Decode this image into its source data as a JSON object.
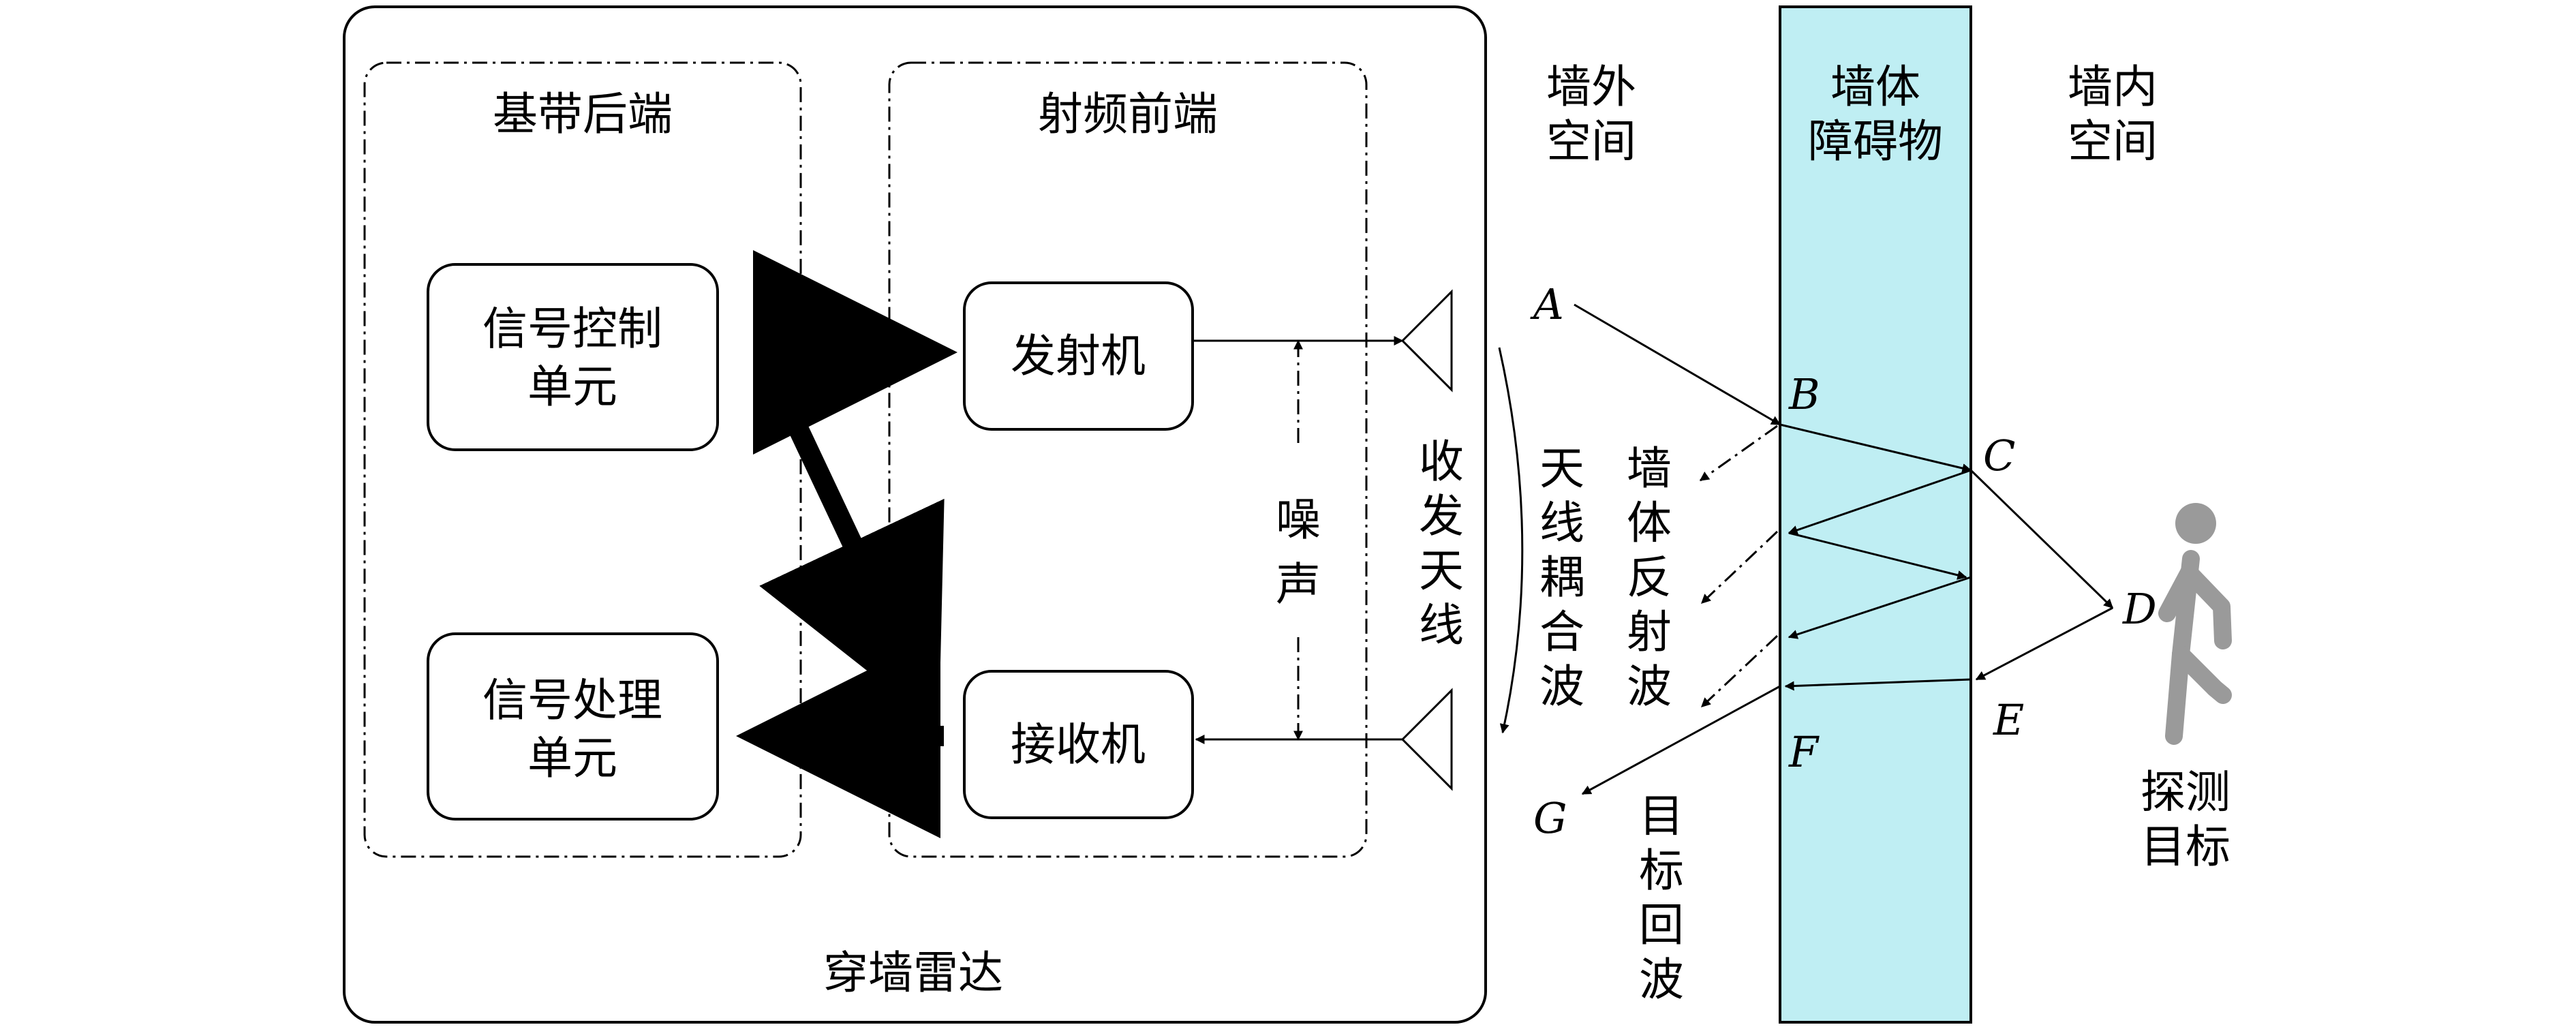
{
  "radar": {
    "title": "穿墙雷达",
    "baseband": {
      "title": "基带后端",
      "control_unit": [
        "信号控制",
        "单元"
      ],
      "processing_unit": [
        "信号处理",
        "单元"
      ]
    },
    "rf": {
      "title": "射频前端",
      "transmitter": "发射机",
      "receiver": "接收机",
      "noise": [
        "噪",
        "声"
      ]
    },
    "antenna": [
      "收",
      "发",
      "天",
      "线"
    ]
  },
  "regions": {
    "outside": [
      "墙外",
      "空间"
    ],
    "wall": [
      "墙体",
      "障碍物"
    ],
    "inside": [
      "墙内",
      "空间"
    ]
  },
  "waves": {
    "coupling": [
      "天",
      "线",
      "耦",
      "合",
      "波"
    ],
    "wall_reflection": [
      "墙",
      "体",
      "反",
      "射",
      "波"
    ],
    "target_echo": [
      "目",
      "标",
      "回",
      "波"
    ]
  },
  "points": {
    "A": "A",
    "B": "B",
    "C": "C",
    "D": "D",
    "E": "E",
    "F": "F",
    "G": "G"
  },
  "target": [
    "探测",
    "目标"
  ],
  "colors": {
    "wall_fill": "#bfeef3",
    "person": "#9a9a9a"
  }
}
